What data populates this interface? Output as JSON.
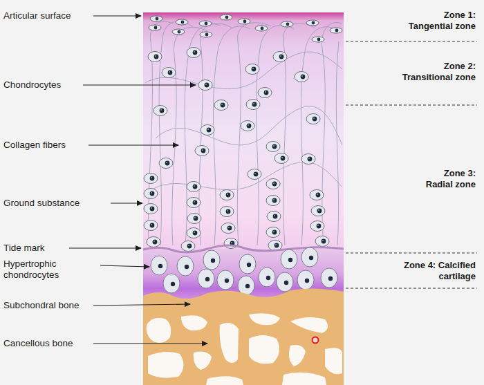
{
  "diagram": {
    "labels": [
      "Articular surface",
      "Chondrocytes",
      "Collagen fibers",
      "Ground substance",
      "Tide mark",
      "Hypertrophic chondrocytes",
      "Subchondral bone",
      "Cancellous bone",
      "Zone 1: Tangential zone",
      "Zone 2: Transitional zone",
      "Zone 3: Radial zone",
      "Zone 4: Calcified cartilage"
    ]
  }
}
